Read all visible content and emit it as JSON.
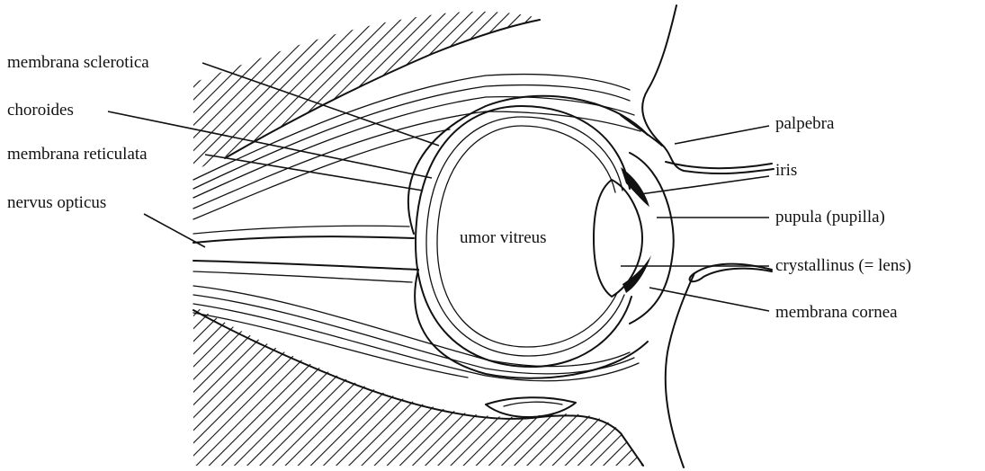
{
  "labels": {
    "sclerotica": "membrana sclerotica",
    "choroides": "choroides",
    "reticulata": "membrana reticulata",
    "nervus": "nervus opticus",
    "vitreus": "umor vitreus",
    "palpebra": "palpebra",
    "iris": "iris",
    "pupula": "pupula (pupilla)",
    "crystallinus": "crystallinus (= lens)",
    "cornea": "membrana cornea"
  }
}
